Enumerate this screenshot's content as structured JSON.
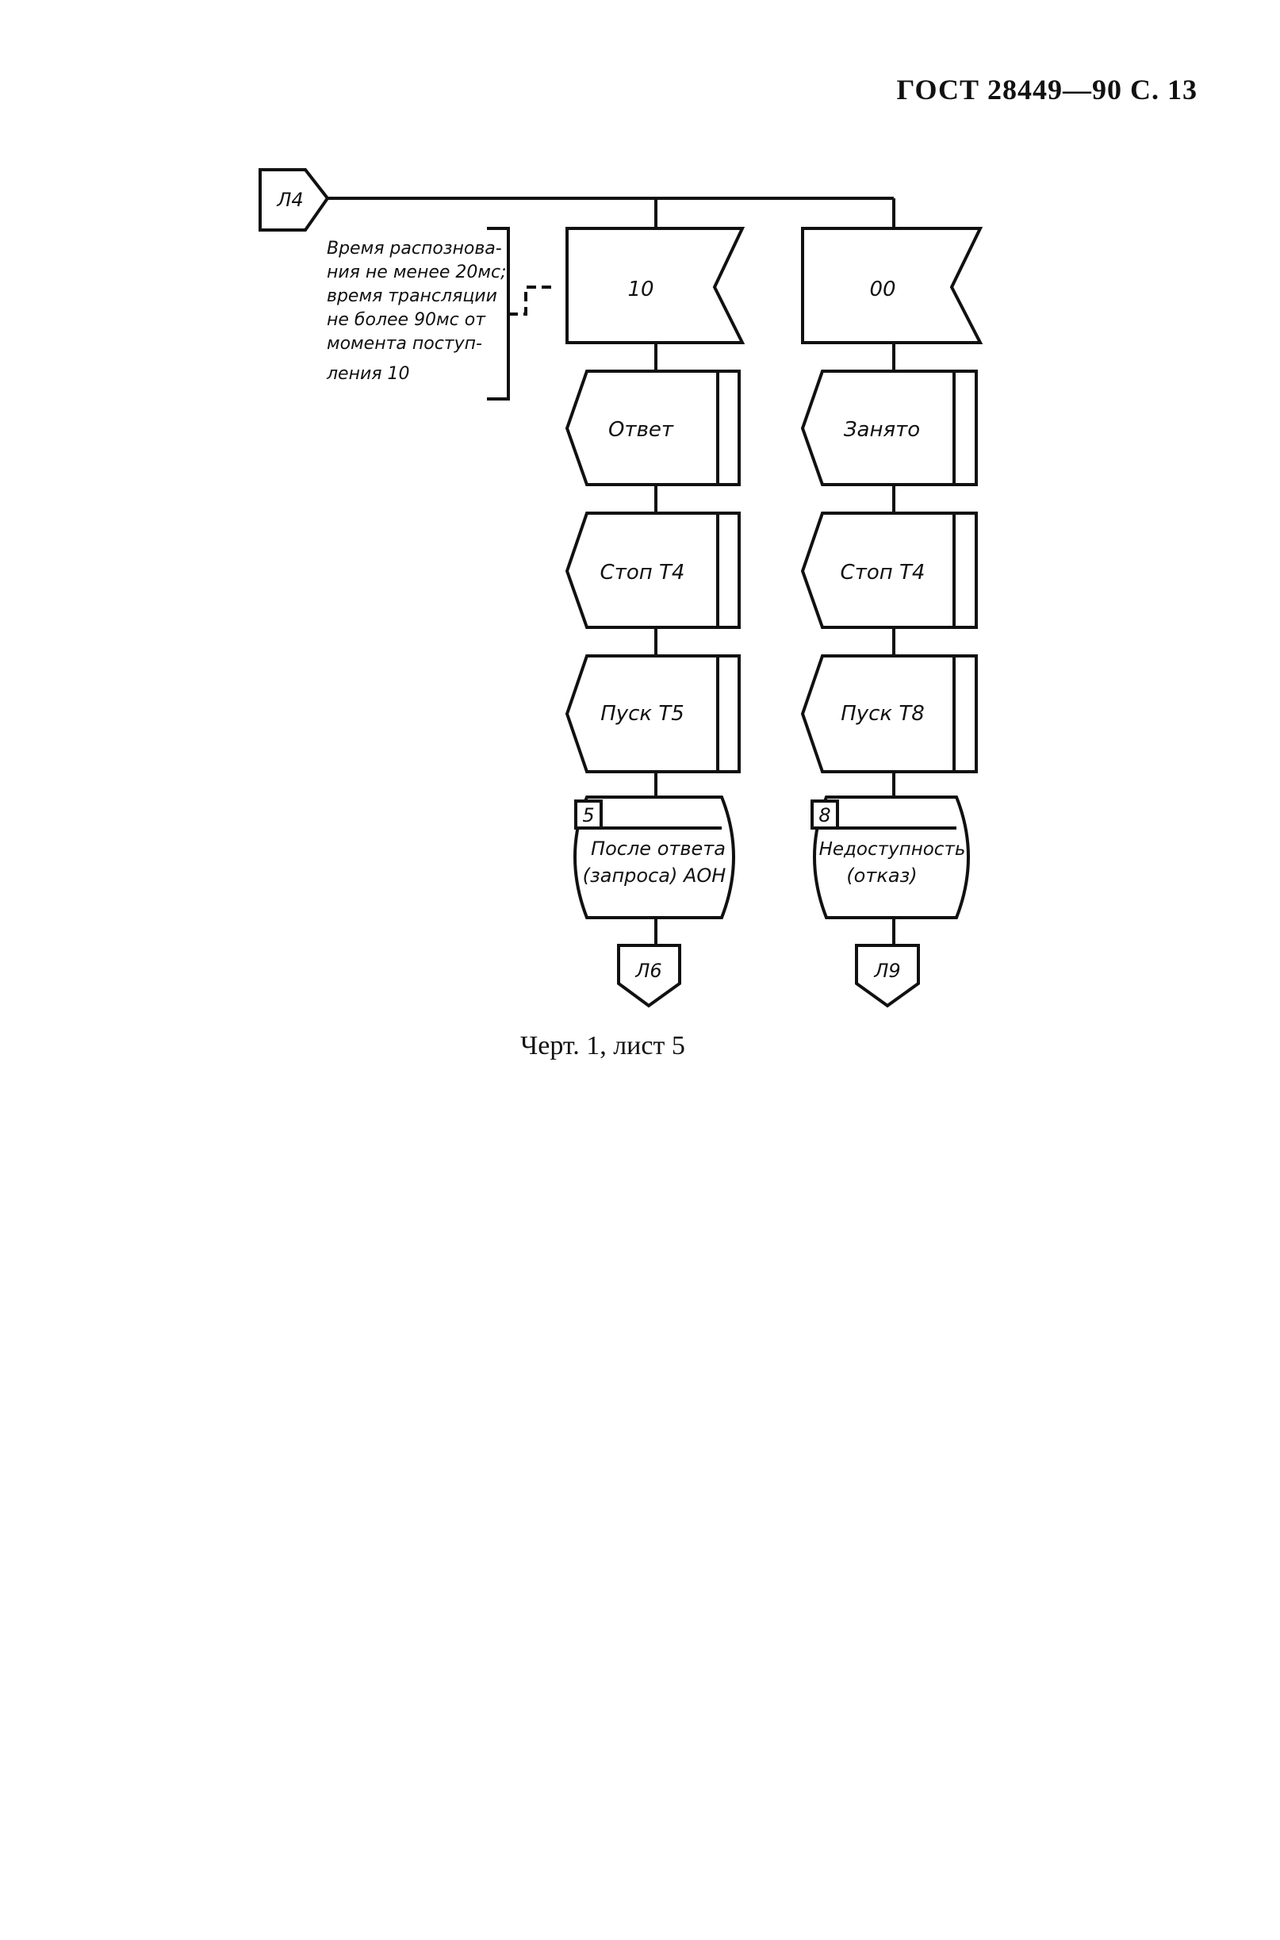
{
  "header": {
    "title": "ГОСТ 28449—90 С. 13"
  },
  "diagram": {
    "entry": {
      "label": "Л4"
    },
    "annotation": {
      "lines": [
        "Время распознова-",
        "ния не менее 20мс;",
        "время трансляции",
        "не более 90мс от",
        "момента поступ-",
        "ления 10"
      ]
    },
    "branches": [
      {
        "receive": "10",
        "outputs": [
          "Ответ",
          "Стоп Т4",
          "Пуск Т5"
        ],
        "state": {
          "number": "5",
          "line1": "После ответа",
          "line2": "(запроса) АОН"
        },
        "exit": "Л6"
      },
      {
        "receive": "00",
        "outputs": [
          "Занято",
          "Стоп Т4",
          "Пуск Т8"
        ],
        "state": {
          "number": "8",
          "line1": "Недоступность",
          "line2": "(отказ)"
        },
        "exit": "Л9"
      }
    ]
  },
  "caption": "Черт. 1, лист 5"
}
